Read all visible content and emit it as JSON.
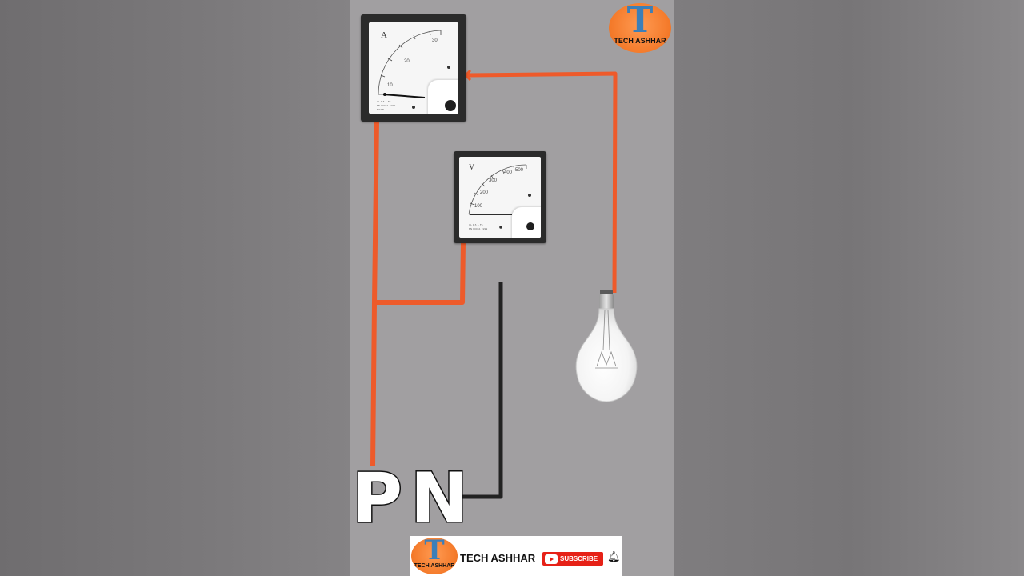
{
  "ammeter": {
    "unit_letter": "A",
    "scale_labels": [
      "10",
      "20",
      "30"
    ]
  },
  "voltmeter": {
    "unit_letter": "V",
    "scale_labels": [
      "100",
      "200",
      "300",
      "400",
      "500"
    ]
  },
  "terminals": {
    "phase": "P",
    "neutral": "N"
  },
  "logo_top": {
    "glyph": "T",
    "text": "TECH ASHHAR"
  },
  "banner": {
    "logo_glyph": "T",
    "logo_text": "TECH ASHHAR",
    "channel_name": "TECH ASHHAR",
    "subscribe_label": "SUBSCRIBE",
    "bell_icon": "bell-icon"
  },
  "colors": {
    "live_wire": "#ee5a2a",
    "neutral_wire": "#222222",
    "background": "#a19fa1",
    "logo_orange": "#f47a2a",
    "subscribe_red": "#e62117"
  }
}
